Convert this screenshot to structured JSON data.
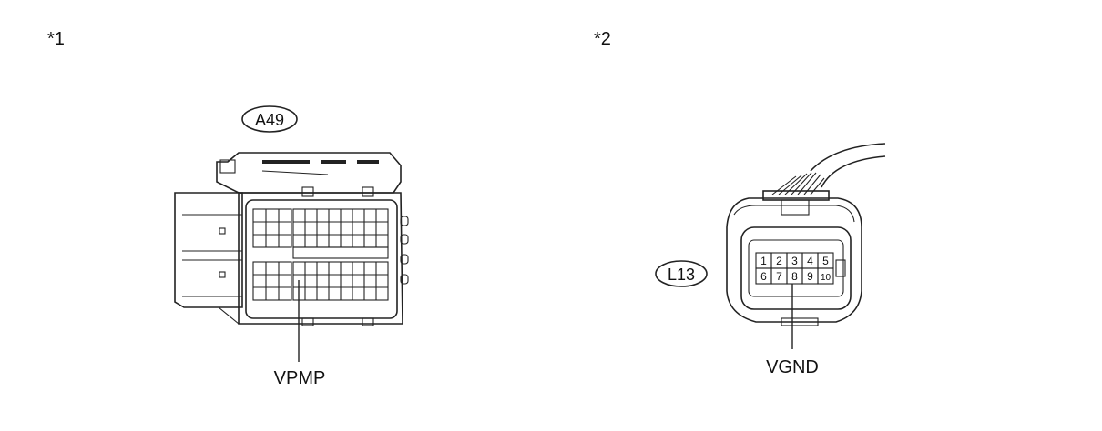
{
  "panels": [
    {
      "tag": "*1",
      "connector_code": "A49",
      "terminal_label": "VPMP"
    },
    {
      "tag": "*2",
      "connector_code": "L13",
      "terminal_label": "VGND"
    }
  ],
  "l13_pins": [
    "1",
    "2",
    "3",
    "4",
    "5",
    "6",
    "7",
    "8",
    "9",
    "10"
  ],
  "colors": {
    "line": "#222222",
    "background": "#ffffff"
  }
}
